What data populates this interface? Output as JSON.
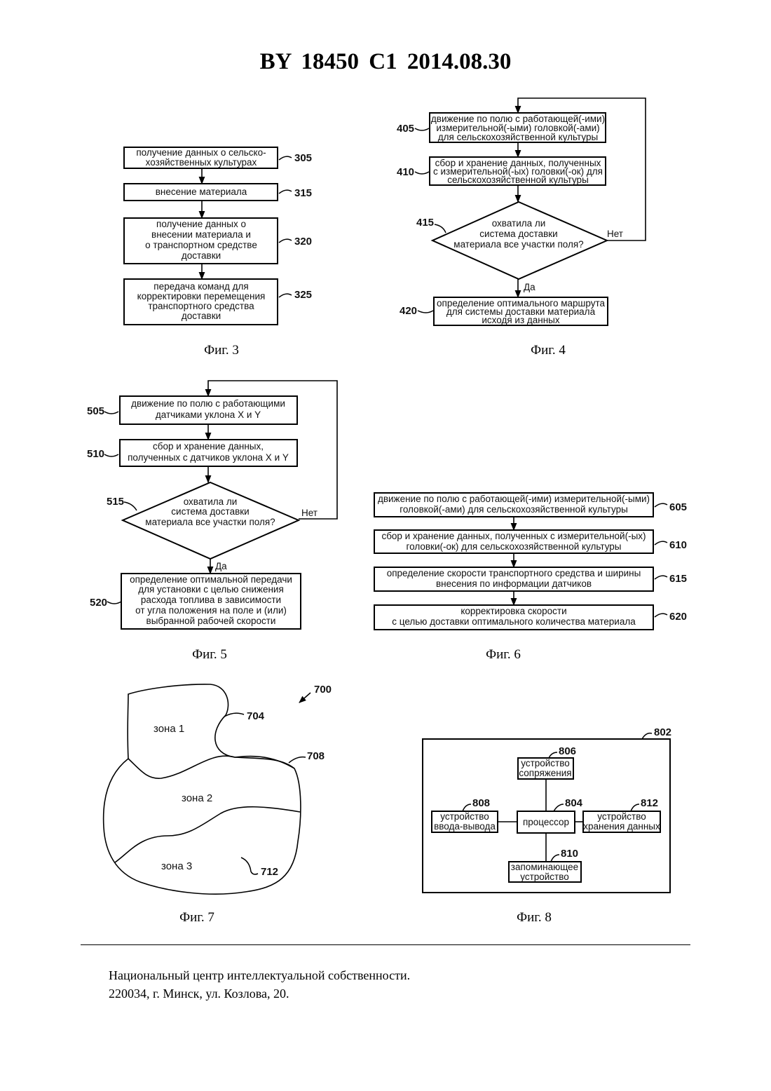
{
  "header": "BY  18450  C1  2014.08.30",
  "fig3": {
    "caption": "Фиг. 3",
    "boxes": [
      {
        "ref": "305",
        "lines": [
          "получение данных о сельско-",
          "хозяйственных культурах"
        ]
      },
      {
        "ref": "315",
        "lines": [
          "внесение материала"
        ]
      },
      {
        "ref": "320",
        "lines": [
          "получение данных о",
          "внесении материала и",
          "о транспортном средстве",
          "доставки"
        ]
      },
      {
        "ref": "325",
        "lines": [
          "передача команд для",
          "корректировки перемещения",
          "транспортного средства",
          "доставки"
        ]
      }
    ]
  },
  "fig4": {
    "caption": "Фиг. 4",
    "boxes": [
      {
        "ref": "405",
        "lines": [
          "движение по полю с работающей(-ими)",
          "измерительной(-ыми)  головкой(-ами)",
          "для сельскохозяйственной культуры"
        ]
      },
      {
        "ref": "410",
        "lines": [
          "сбор и хранение данных, полученных",
          "с измерительной(-ых) головки(-ок) для",
          "сельскохозяйственной культуры"
        ]
      },
      {
        "ref": "420",
        "lines": [
          "определение оптимального маршрута",
          "для системы доставки материала",
          "исходя из данных"
        ]
      }
    ],
    "decision": {
      "ref": "415",
      "lines": [
        "охватила ли",
        "система доставки",
        "материала все участки поля?"
      ],
      "no": "Нет",
      "yes": "Да"
    }
  },
  "fig5": {
    "caption": "Фиг. 5",
    "boxes": [
      {
        "ref": "505",
        "lines": [
          "движение по полю с работающими",
          "датчиками уклона X и Y"
        ]
      },
      {
        "ref": "510",
        "lines": [
          "сбор и хранение данных,",
          "полученных с датчиков уклона X и Y"
        ]
      },
      {
        "ref": "520",
        "lines": [
          "определение оптимальной передачи",
          "для установки с целью снижения",
          "расхода топлива в зависимости",
          "от угла положения на поле и (или)",
          "выбранной рабочей скорости"
        ]
      }
    ],
    "decision": {
      "ref": "515",
      "lines": [
        "охватила ли",
        "система доставки",
        "материала все участки поля?"
      ],
      "no": "Нет",
      "yes": "Да"
    }
  },
  "fig6": {
    "caption": "Фиг. 6",
    "boxes": [
      {
        "ref": "605",
        "lines": [
          "движение по полю с работающей(-ими) измерительной(-ыми)",
          "головкой(-ами) для сельскохозяйственной культуры"
        ]
      },
      {
        "ref": "610",
        "lines": [
          "сбор и хранение данных, полученных с измерительной(-ых)",
          "головки(-ок) для сельскохозяйственной культуры"
        ]
      },
      {
        "ref": "615",
        "lines": [
          "определение скорости транспортного средства и ширины",
          "внесения по информации датчиков"
        ]
      },
      {
        "ref": "620",
        "lines": [
          "корректировка скорости",
          "с целью доставки оптимального количества материала"
        ]
      }
    ]
  },
  "fig7": {
    "caption": "Фиг. 7",
    "ref": "700",
    "zones": [
      "зона 1",
      "зона 2",
      "зона 3"
    ],
    "boundary_refs": [
      "704",
      "708",
      "712"
    ]
  },
  "fig8": {
    "caption": "Фиг. 8",
    "ref": "802",
    "blocks": [
      {
        "ref": "806",
        "lines": [
          "устройство",
          "сопряжения"
        ]
      },
      {
        "ref": "804",
        "lines": [
          "процессор"
        ]
      },
      {
        "ref": "808",
        "lines": [
          "устройство",
          "ввода-вывода"
        ]
      },
      {
        "ref": "812",
        "lines": [
          "устройство",
          "хранения данных"
        ]
      },
      {
        "ref": "810",
        "lines": [
          "запоминающее",
          "устройство"
        ]
      }
    ]
  },
  "footer": [
    "Национальный центр интеллектуальной собственности.",
    "220034, г. Минск, ул. Козлова, 20."
  ]
}
